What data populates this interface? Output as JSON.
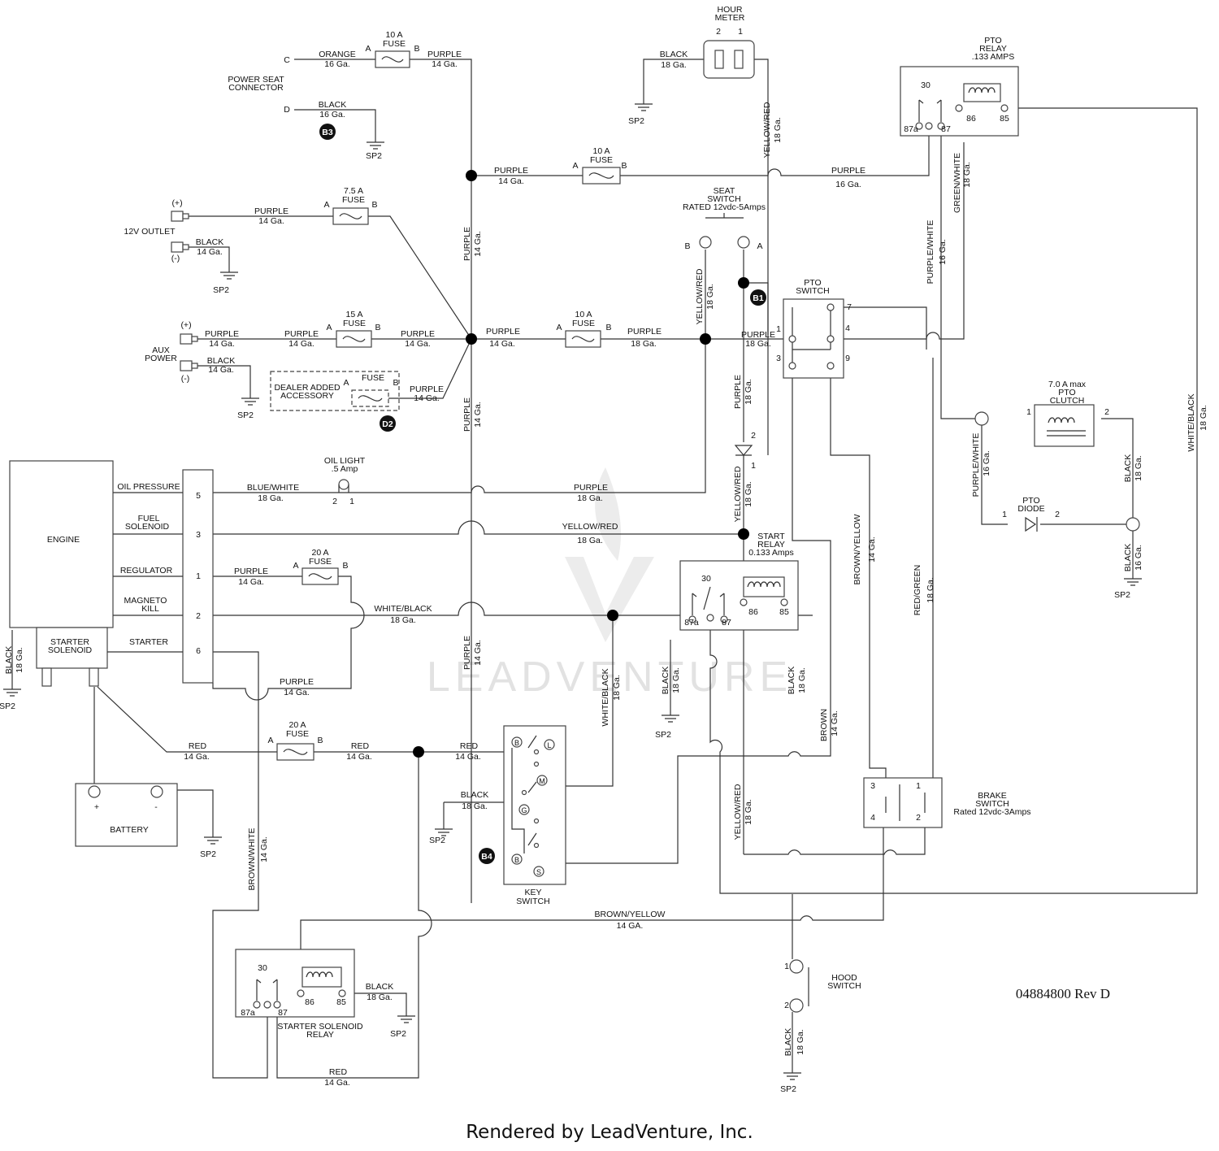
{
  "footer": "Rendered by LeadVenture, Inc.",
  "watermark": "LEADVENTURE",
  "part_number": "04884800 Rev D",
  "ground": "SP2",
  "badges": {
    "b3": "B3",
    "b1": "B1",
    "d2": "D2",
    "b4": "B4"
  },
  "pos": "(+)",
  "neg": "(-)",
  "t": {
    "purple": "PURPLE",
    "black": "BLACK",
    "orange": "ORANGE",
    "red": "RED",
    "blue_white": "BLUE/WHITE",
    "yellow_red": "YELLOW/RED",
    "white_black": "WHITE/BLACK",
    "brown_white": "BROWN/WHITE",
    "brown_yellow": "BROWN/YELLOW",
    "brown": "BROWN",
    "red_green": "RED/GREEN",
    "green_white": "GREEN/WHITE",
    "purple_white": "PURPLE/WHITE",
    "g14": "14 Ga.",
    "g16": "16 Ga.",
    "g18": "18 Ga.",
    "g14caps": "14 GA."
  },
  "fuse": {
    "f10a": "10 A",
    "f75a": "7.5 A",
    "f15a": "15 A",
    "f20a": "20 A",
    "word": "FUSE",
    "a": "A",
    "b": "B"
  },
  "labels": {
    "power_seat_1": "POWER SEAT",
    "power_seat_2": "CONNECTOR",
    "pin_c": "C",
    "pin_d": "D",
    "outlet": "12V OUTLET",
    "aux_1": "AUX",
    "aux_2": "POWER",
    "dealer_1": "DEALER ADDED",
    "dealer_2": "ACCESSORY",
    "hour_1": "HOUR",
    "hour_2": "METER",
    "hour_p2": "2",
    "hour_p1": "1",
    "seat_1": "SEAT",
    "seat_2": "SWITCH",
    "seat_3": "RATED 12vdc-5Amps",
    "seat_b": "B",
    "seat_a": "A",
    "pto_relay_1": "PTO",
    "pto_relay_2": "RELAY",
    "pto_relay_3": ".133 AMPS",
    "pto_switch_1": "PTO",
    "pto_switch_2": "SWITCH",
    "clutch_1": "7.0 A max",
    "clutch_2": "PTO",
    "clutch_3": "CLUTCH",
    "pto_diode_1": "PTO",
    "pto_diode_2": "DIODE",
    "oil_1": "OIL LIGHT",
    "oil_2": ".5 Amp",
    "engine": "ENGINE",
    "oil_pressure": "OIL PRESSURE",
    "fuel_1": "FUEL",
    "fuel_2": "SOLENOID",
    "regulator": "REGULATOR",
    "magneto_1": "MAGNETO",
    "magneto_2": "KILL",
    "starter": "STARTER",
    "starter_sol_1": "STARTER",
    "starter_sol_2": "SOLENOID",
    "start_relay_1": "START",
    "start_relay_2": "RELAY",
    "start_relay_3": "0.133 Amps",
    "battery": "BATTERY",
    "batt_pos": "+",
    "batt_neg": "-",
    "key_1": "KEY",
    "key_2": "SWITCH",
    "key_b": "B",
    "key_l": "L",
    "key_m": "M",
    "key_g": "G",
    "key_s": "S",
    "brake_1": "BRAKE",
    "brake_2": "SWITCH",
    "brake_3": "Rated 12vdc-3Amps",
    "hood_1": "HOOD",
    "hood_2": "SWITCH",
    "ssr_1": "STARTER SOLENOID",
    "ssr_2": "RELAY",
    "n1": "1",
    "n2": "2",
    "n3": "3",
    "n4": "4",
    "n5": "5",
    "n6": "6",
    "n7": "7",
    "n9": "9",
    "n30": "30",
    "n85": "85",
    "n86": "86",
    "n87": "87",
    "n87a": "87a"
  }
}
